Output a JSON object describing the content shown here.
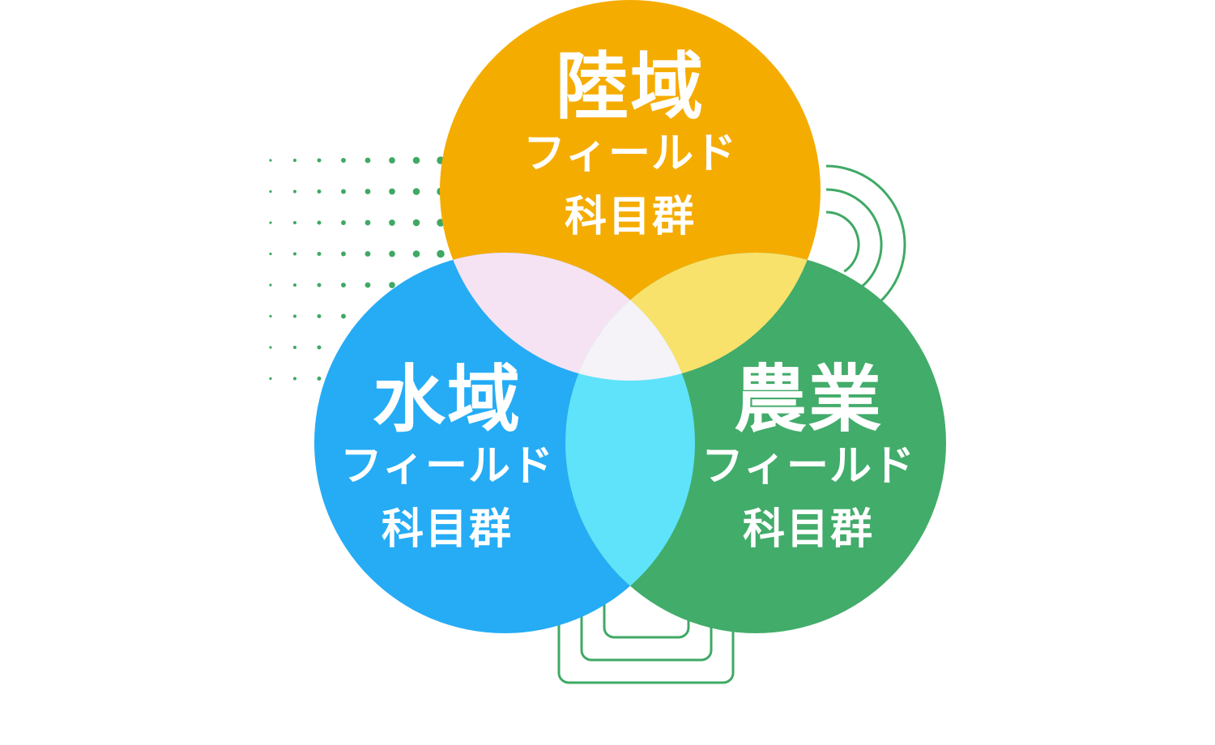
{
  "colors": {
    "land": "#F5AC00",
    "water": "#25ACF5",
    "agriculture": "#42AC6A",
    "land_water": "#F5E3F3",
    "land_agriculture": "#F8E26C",
    "water_agriculture": "#5FE3FA",
    "center": "#F6F3F8",
    "decoration": "#3FA964",
    "text": "#FFFFFF"
  },
  "circles": {
    "land": {
      "title": "陸域",
      "subtitle": "フィールド",
      "caption": "科目群"
    },
    "water": {
      "title": "水域",
      "subtitle": "フィールド",
      "caption": "科目群"
    },
    "agriculture": {
      "title": "農業",
      "subtitle": "フィールド",
      "caption": "科目群"
    }
  },
  "decorations": {
    "dot_grid_icon": "dot-grid",
    "concentric_arcs_icon": "concentric-arcs",
    "nested_squares_icon": "nested-rounded-squares"
  }
}
